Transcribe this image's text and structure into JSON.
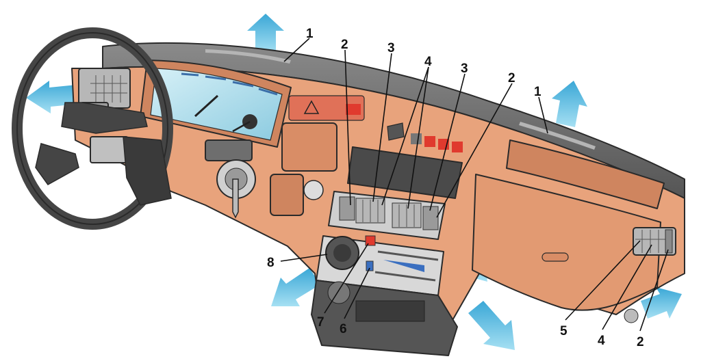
{
  "diagram": {
    "callouts": [
      {
        "id": "c1a",
        "label": "1"
      },
      {
        "id": "c2a",
        "label": "2"
      },
      {
        "id": "c3a",
        "label": "3"
      },
      {
        "id": "c4a",
        "label": "4"
      },
      {
        "id": "c3b",
        "label": "3"
      },
      {
        "id": "c2b",
        "label": "2"
      },
      {
        "id": "c1b",
        "label": "1"
      },
      {
        "id": "c8",
        "label": "8"
      },
      {
        "id": "c7",
        "label": "7"
      },
      {
        "id": "c6",
        "label": "6"
      },
      {
        "id": "c5",
        "label": "5"
      },
      {
        "id": "c4b",
        "label": "4"
      },
      {
        "id": "c2c",
        "label": "2"
      }
    ]
  },
  "colors": {
    "panel_fill": "#e8a37c",
    "panel_shade": "#c9805a",
    "dash_top": "#6e6e6e",
    "dash_top_light": "#9a9a9a",
    "steering": "#454545",
    "airflow": "#4fb6dc",
    "gauge_glass": "#bfe3ee",
    "warning_red": "#e03a2e",
    "vent_grey": "#b7b7b7"
  }
}
